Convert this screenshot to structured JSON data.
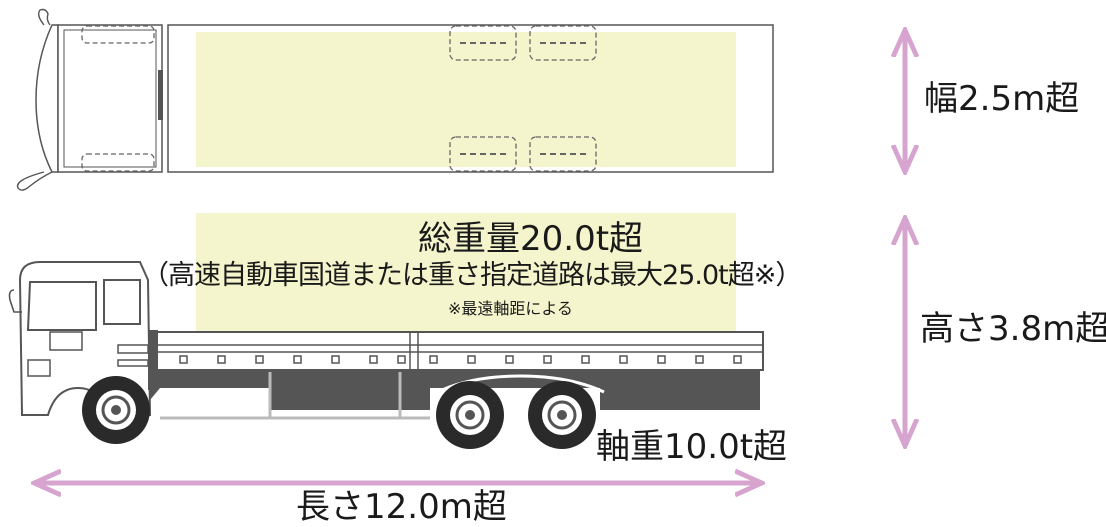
{
  "labels": {
    "width": "幅2.5m超",
    "height": "高さ3.8m超",
    "gross_weight": "総重量20.0t超",
    "gross_weight_note": "（高速自動車国道または重さ指定道路は最大25.0t超※）",
    "footnote": "※最遠軸距による",
    "axle_weight": "軸重10.0t超",
    "length": "長さ12.0m超"
  },
  "colors": {
    "cargo_highlight": "#f4f5cc",
    "arrow": "#d6a4cf",
    "outline": "#555555",
    "chassis": "#555555",
    "frame": "#bbbbbb"
  }
}
